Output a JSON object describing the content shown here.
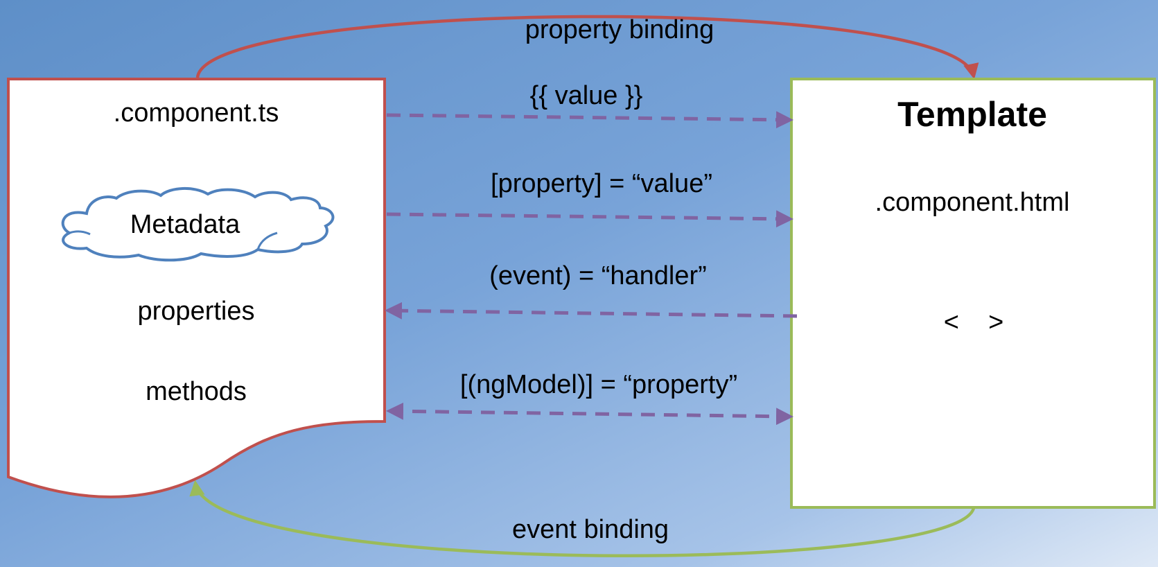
{
  "top_arrow_label": "property binding",
  "bottom_arrow_label": "event binding",
  "component": {
    "file": ".component.ts",
    "metadata": "Metadata",
    "properties": "properties",
    "methods": "methods"
  },
  "template": {
    "title": "Template",
    "file": ".component.html",
    "tag_symbol": "<    >"
  },
  "bindings": [
    {
      "label": "{{ value }}",
      "direction": "component-to-template"
    },
    {
      "label": "[property] = “value”",
      "direction": "component-to-template"
    },
    {
      "label": "(event) = “handler”",
      "direction": "template-to-component"
    },
    {
      "label": "[(ngModel)] = “property”",
      "direction": "two-way"
    }
  ],
  "colors": {
    "component_border": "#c0504d",
    "template_border": "#9bbb59",
    "binding_arrows": "#8064a2",
    "cloud_border": "#4f81bd"
  }
}
